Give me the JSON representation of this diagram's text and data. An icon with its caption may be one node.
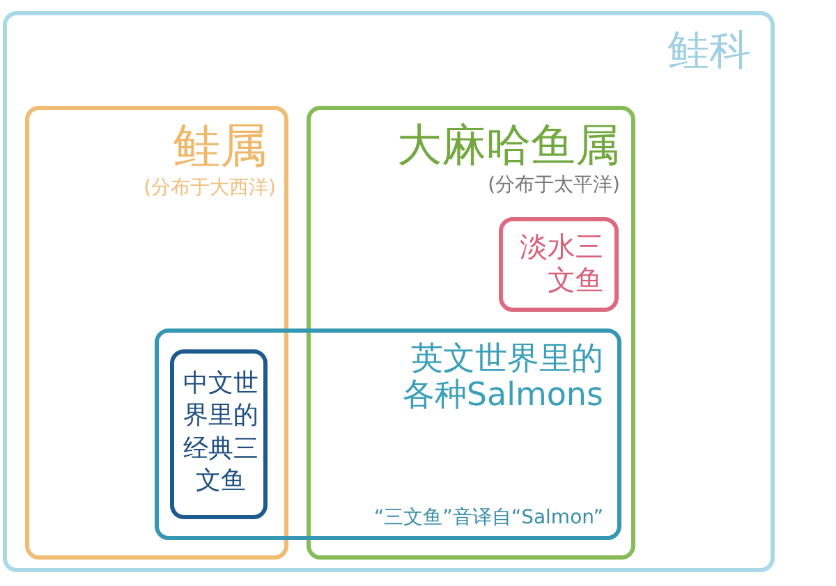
{
  "diagram": {
    "nodes": [
      {
        "text": [
          "鲑科"
        ]
      },
      {
        "text": [
          "鲑属",
          "(分布于大西洋)"
        ],
        "in": 0
      },
      {
        "text": [
          "大麻哈鱼属",
          "(分布于太平洋)"
        ],
        "in": 0
      },
      {
        "text": [
          "淡水三文鱼"
        ],
        "in": 2
      },
      {
        "text": [
          "英文世界里的各种Salmons",
          "“三文鱼”音译自“Salmon”"
        ],
        "in": 0
      },
      {
        "text": [
          "中文世界里的经典三文鱼"
        ]
      }
    ]
  }
}
